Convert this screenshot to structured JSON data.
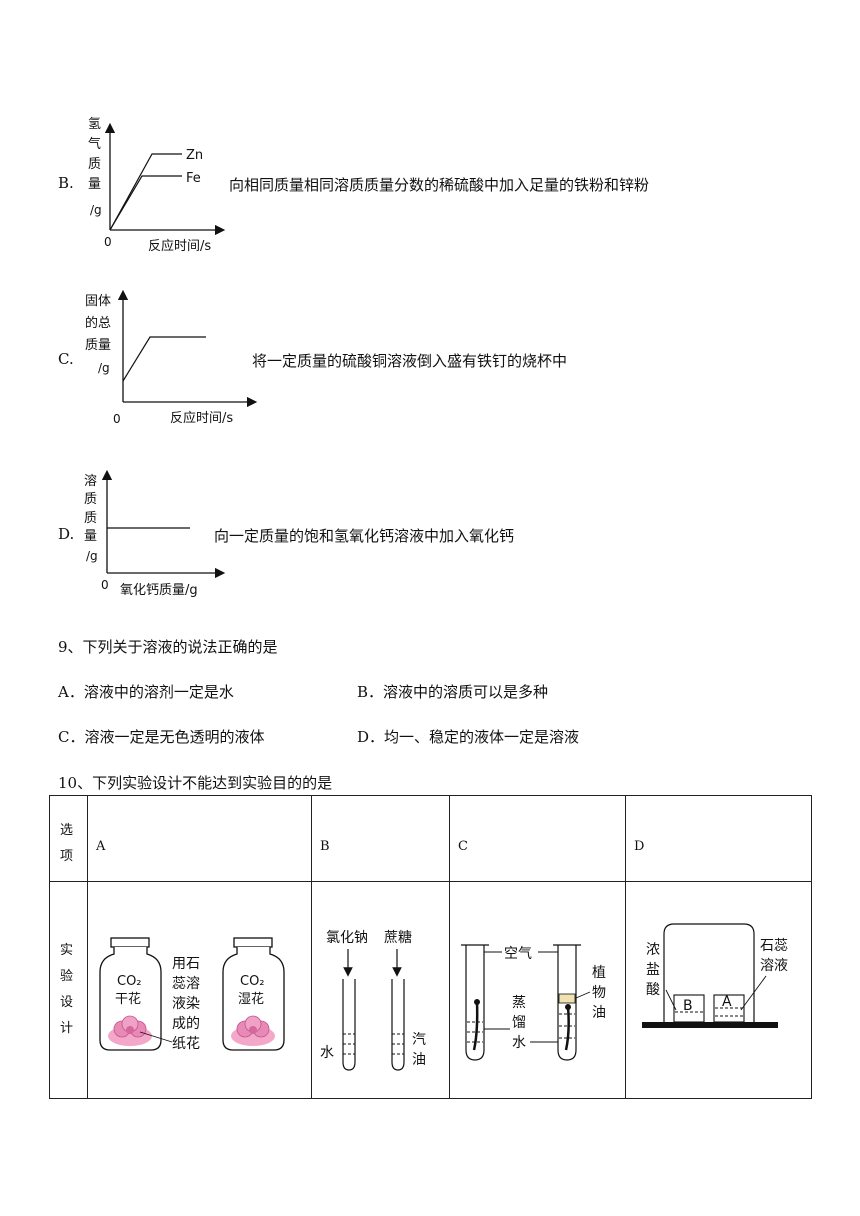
{
  "question8_options": [
    {
      "label": "B.",
      "caption": "向相同质量相同溶质质量分数的稀硫酸中加入足量的铁粉和锌粉",
      "ylabel_chars": [
        "氢",
        "气",
        "质",
        "量",
        "/g"
      ],
      "xlabel": "反应时间/s",
      "origin": "0",
      "series": [
        "Zn",
        "Fe"
      ]
    },
    {
      "label": "C.",
      "caption": "将一定质量的硫酸铜溶液倒入盛有铁钉的烧杯中",
      "ylabel_lines": [
        "固体",
        "的总",
        "质量",
        "/g"
      ],
      "xlabel": "反应时间/s",
      "origin": "0"
    },
    {
      "label": "D.",
      "caption": "向一定质量的饱和氢氧化钙溶液中加入氧化钙",
      "ylabel_chars": [
        "溶",
        "质",
        "质",
        "量",
        "/g"
      ],
      "xlabel": "氧化钙质量/g",
      "origin": "0"
    }
  ],
  "question9": {
    "stem": "9、下列关于溶液的说法正确的是",
    "options": [
      "A．溶液中的溶剂一定是水",
      "B．溶液中的溶质可以是多种",
      "C．溶液一定是无色透明的液体",
      "D．均一、稳定的液体一定是溶液"
    ]
  },
  "question10": {
    "stem": "10、下列实验设计不能达到实验目的的是",
    "row1_head": [
      "选",
      "项"
    ],
    "options": [
      "A",
      "B",
      "C",
      "D"
    ],
    "row2_head": [
      "实",
      "验",
      "设",
      "计"
    ],
    "A": {
      "bottle1": [
        "CO₂",
        "干花"
      ],
      "bottle2": [
        "CO₂",
        "湿花"
      ],
      "note": [
        "用石",
        "蕊溶",
        "液染",
        "成的",
        "纸花"
      ]
    },
    "B": {
      "labels_top": [
        "氯化钠",
        "蔗糖"
      ],
      "label_water": "水",
      "label_gas": [
        "汽",
        "油"
      ]
    },
    "C": {
      "air": "空气",
      "distilled": [
        "蒸",
        "馏",
        "水"
      ],
      "oil": [
        "植",
        "物",
        "油"
      ]
    },
    "D": {
      "acid": [
        "浓",
        "盐",
        "酸"
      ],
      "litmus": [
        "石蕊",
        "溶液"
      ],
      "beaker_b": "B",
      "beaker_a": "A"
    }
  }
}
